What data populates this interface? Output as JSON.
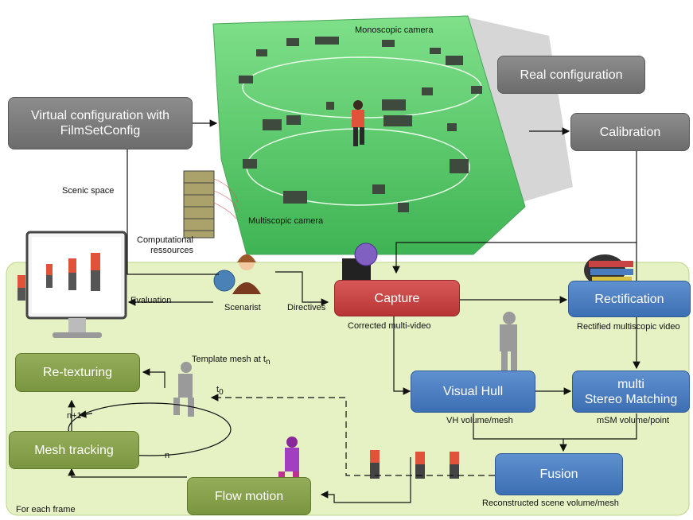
{
  "colors": {
    "gray_box": "#7a7a7a",
    "blue_box": "#4a7cc0",
    "red_box": "#c84444",
    "green_box": "#86a24a",
    "green_area": "#e6f2c4",
    "studio_green": "#5fcf6f"
  },
  "boxes": {
    "virtual_config": "Virtual configuration with\nFilmSetConfig",
    "real_config": "Real configuration",
    "calibration": "Calibration",
    "capture": "Capture",
    "rectification": "Rectification",
    "visual_hull": "Visual Hull",
    "stereo_matching": "multi\nStereo Matching",
    "fusion": "Fusion",
    "retexturing": "Re-texturing",
    "mesh_tracking": "Mesh tracking",
    "flow_motion": "Flow motion"
  },
  "labels": {
    "monoscopic_camera": "Monoscopic camera",
    "multiscopic_camera": "Multiscopic camera",
    "scenic_space": "Scenic space",
    "computational_resources": "Computational\nressources",
    "evaluation": "Evaluation",
    "scenarist": "Scenarist",
    "directives": "Directives",
    "corrected_multi_video": "Corrected multi-video",
    "rectified_multiscopic_video": "Rectified multiscopic video",
    "vh_volume_mesh": "VH volume/mesh",
    "msm_volume_point": "mSM volume/point",
    "reconstructed_scene": "Reconstructed scene volume/mesh",
    "template_mesh": "Template mesh at t",
    "template_mesh_sub": "n",
    "t0": "t",
    "t0_sub": "0",
    "n_plus_1": "n+1",
    "n": "n",
    "for_each_frame": "For each frame"
  },
  "icons": [
    "monitor-icon",
    "scenarist-icon",
    "film-reel-icon",
    "film-strips-icon",
    "server-rack-icon",
    "camera-icon",
    "person-icon"
  ]
}
